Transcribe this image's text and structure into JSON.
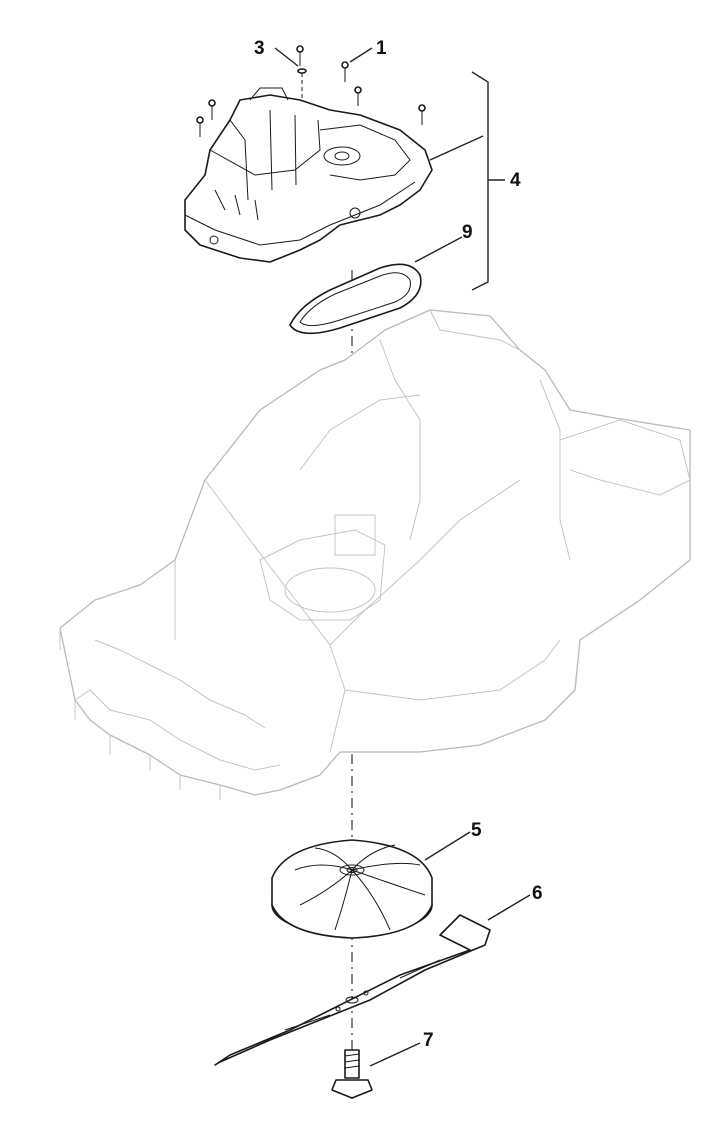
{
  "callouts": {
    "c1": "1",
    "c3": "3",
    "c4": "4",
    "c9": "9",
    "c5": "5",
    "c6": "6",
    "c7": "7"
  }
}
